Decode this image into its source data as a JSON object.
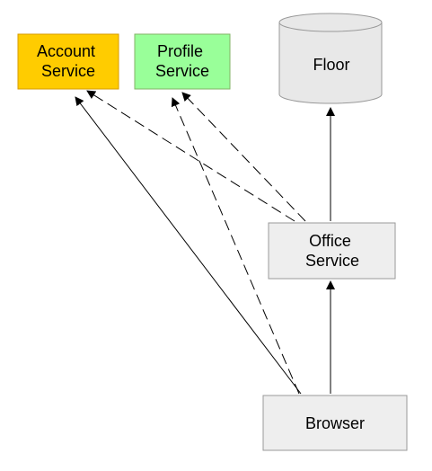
{
  "diagram": {
    "type": "service-dependency-diagram",
    "nodes": {
      "account_service": {
        "label": [
          "Account",
          "Service"
        ],
        "shape": "rectangle",
        "fill": "#FFCC00",
        "stroke": "#D79B00"
      },
      "profile_service": {
        "label": [
          "Profile",
          "Service"
        ],
        "shape": "rectangle",
        "fill": "#99FF99",
        "stroke": "#82B366"
      },
      "floor": {
        "label": [
          "Floor"
        ],
        "shape": "cylinder",
        "fill": "#E8E8E8",
        "stroke": "#999999"
      },
      "office_service": {
        "label": [
          "Office",
          "Service"
        ],
        "shape": "rectangle",
        "fill": "#EEEEEE",
        "stroke": "#999999"
      },
      "browser": {
        "label": [
          "Browser"
        ],
        "shape": "rectangle",
        "fill": "#EEEEEE",
        "stroke": "#999999"
      }
    },
    "edges": [
      {
        "from": "browser",
        "to": "account_service",
        "style": "solid"
      },
      {
        "from": "browser",
        "to": "profile_service",
        "style": "dashed"
      },
      {
        "from": "browser",
        "to": "office_service",
        "style": "solid"
      },
      {
        "from": "office_service",
        "to": "floor",
        "style": "solid"
      },
      {
        "from": "office_service",
        "to": "account_service",
        "style": "dashed"
      },
      {
        "from": "office_service",
        "to": "profile_service",
        "style": "dashed"
      }
    ]
  }
}
